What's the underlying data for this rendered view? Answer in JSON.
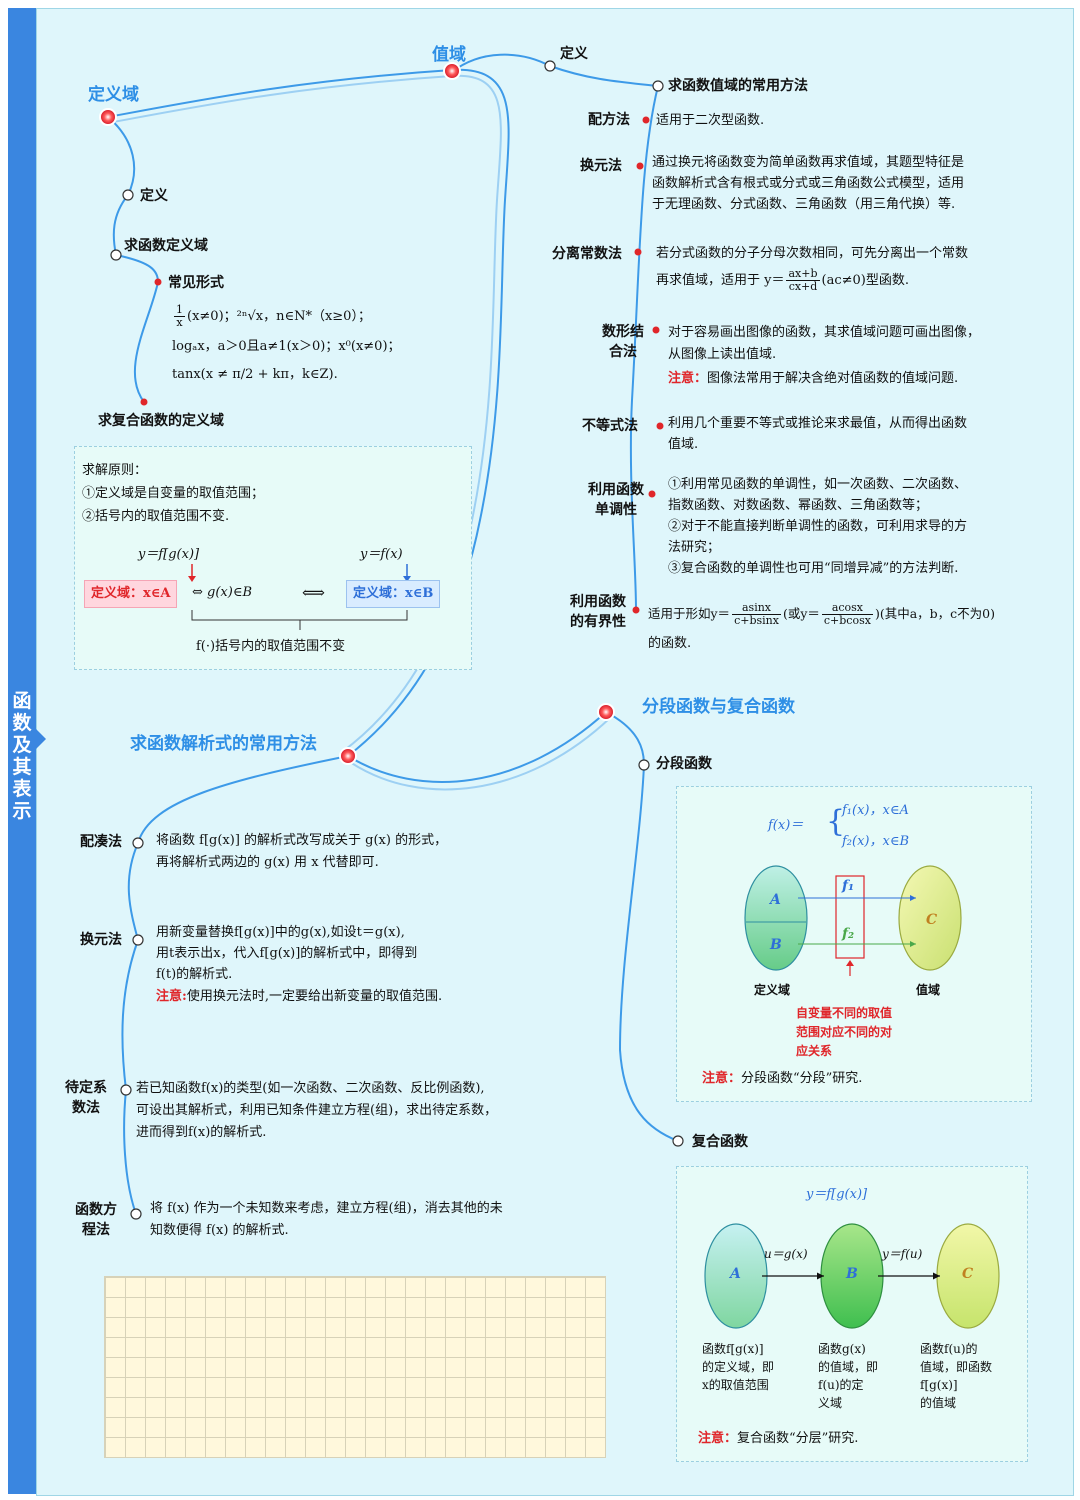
{
  "side_title": "函数及其表示",
  "sections": {
    "domain": "定义域",
    "range": "值域",
    "analytic": "求函数解析式的常用方法",
    "piecewise": "分段函数与复合函数"
  },
  "domain": {
    "def": "定义",
    "find": "求函数定义域",
    "common_forms": "常见形式",
    "form_lines": [
      "(x≠0)；²ⁿ√x，n∈N*（x≥0）；",
      "logₐx，a＞0且a≠1(x＞0)；x⁰(x≠0)；",
      "tanx(x ≠ π/2 + kπ，k∈Z)."
    ],
    "form_frac": {
      "num": "1",
      "den": "x"
    },
    "composite": "求复合函数的定义域",
    "principle_title": "求解原则：",
    "principle_1": "①定义域是自变量的取值范围；",
    "principle_2": "②括号内的取值范围不变.",
    "eq_left": "y＝f[g(x)]",
    "eq_right": "y＝f(x)",
    "left_box": "定义域：x∈A",
    "middle": "⇔ g(x)∈B",
    "double_arrow": "⟺",
    "right_box": "定义域：x∈B",
    "brace_note": "f(·)括号内的取值范围不变"
  },
  "range": {
    "def": "定义",
    "methods_title": "求函数值域的常用方法",
    "m1_label": "配方法",
    "m1_text": "适用于二次型函数.",
    "m2_label": "换元法",
    "m2_lines": [
      "通过换元将函数变为简单函数再求值域，其题型特征是",
      "函数解析式含有根式或分式或三角函数公式模型，适用",
      "于无理函数、分式函数、三角函数（用三角代换）等."
    ],
    "m3_label": "分离常数法",
    "m3_line1": "若分式函数的分子分母次数相同，可先分离出一个常数",
    "m3_line2a": "再求值域，适用于 y＝",
    "m3_frac": {
      "num": "ax+b",
      "den": "cx+d"
    },
    "m3_line2b": "(ac≠0)型函数.",
    "m4_label": "数形结合法",
    "m4_lines": [
      "对于容易画出图像的函数，其求值域问题可画出图像，",
      "从图像上读出值域."
    ],
    "m4_note_label": "注意：",
    "m4_note": "图像法常用于解决含绝对值函数的值域问题.",
    "m5_label": "不等式法",
    "m5_lines": [
      "利用几个重要不等式或推论来求最值，从而得出函数",
      "值域."
    ],
    "m6_label": "利用函数单调性",
    "m6_lines": [
      "①利用常见函数的单调性，如一次函数、二次函数、",
      "指数函数、对数函数、幂函数、三角函数等；",
      "②对于不能直接判断单调性的函数，可利用求导的方",
      "法研究；",
      "③复合函数的单调性也可用“同增异减”的方法判断."
    ],
    "m7_label": "利用函数的有界性",
    "m7_a": "适用于形如y＝",
    "m7_frac1": {
      "num": "asinx",
      "den": "c+bsinx"
    },
    "m7_b": "(或y＝",
    "m7_frac2": {
      "num": "acosx",
      "den": "c+bcosx"
    },
    "m7_c": ")(其中a，b，c不为0)",
    "m7_d": "的函数."
  },
  "analytic": {
    "m1_label": "配凑法",
    "m1_lines": [
      "将函数 f[g(x)] 的解析式改写成关于 g(x) 的形式，",
      "再将解析式两边的 g(x) 用 x 代替即可."
    ],
    "m2_label": "换元法",
    "m2_lines": [
      "用新变量替换f[g(x)]中的g(x),如设t＝g(x),",
      "用t表示出x，代入f[g(x)]的解析式中，即得到",
      "f(t)的解析式."
    ],
    "m2_note_label": "注意:",
    "m2_note": "使用换元法时,一定要给出新变量的取值范围.",
    "m3_label": "待定系数法",
    "m3_lines": [
      "若已知函数f(x)的类型(如一次函数、二次函数、反比例函数),",
      "可设出其解析式，利用已知条件建立方程(组)，求出待定系数，",
      "进而得到f(x)的解析式."
    ],
    "m4_label": "函数方程法",
    "m4_lines": [
      "将 f(x) 作为一个未知数来考虑，建立方程(组)，消去其他的未",
      "知数便得 f(x) 的解析式."
    ]
  },
  "piecewise": {
    "pw_label": "分段函数",
    "pw_formula_left": "f(x)＝",
    "pw_case1": "f₁(x)，x∈A",
    "pw_case2": "f₂(x)，x∈B",
    "oval_a": "A",
    "oval_b": "B",
    "oval_c": "C",
    "f1": "f₁",
    "f2": "f₂",
    "domain_lbl": "定义域",
    "range_lbl": "值域",
    "red_note": [
      "自变量不同的取值",
      "范围对应不同的对",
      "应关系"
    ],
    "pw_note_label": "注意：",
    "pw_note": "分段函数“分段”研究.",
    "comp_label": "复合函数",
    "comp_formula": "y＝f[g(x)]",
    "u_eq": "u＝g(x)",
    "y_eq": "y＝f(u)",
    "comp_a": "A",
    "comp_b": "B",
    "comp_c": "C",
    "comp_desc1": [
      "函数f[g(x)]",
      "的定义域，即",
      "x的取值范围"
    ],
    "comp_desc2": [
      "函数g(x)",
      "的值域，即",
      "f(u)的定",
      "义域"
    ],
    "comp_desc3": [
      "函数f(u)的",
      "值域，即函数",
      "f[g(x)]",
      "的值域"
    ],
    "comp_note_label": "注意：",
    "comp_note": "复合函数“分层”研究."
  },
  "colors": {
    "section_blue": "#2e8fe6",
    "accent_red": "#e0262a",
    "side_blue": "#3a86e0",
    "bg_cyan": "#dff6fb"
  }
}
